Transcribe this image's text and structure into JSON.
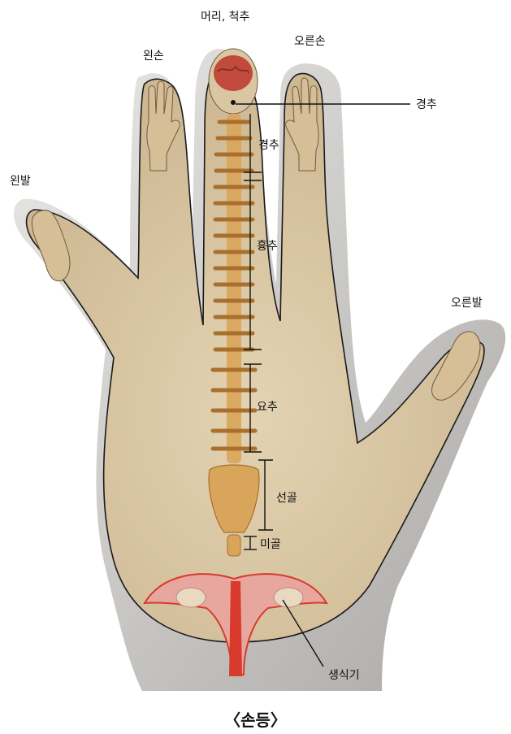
{
  "labels": {
    "head_spine": "머리, 척추",
    "left_hand": "왼손",
    "right_hand": "오른손",
    "left_foot": "왼발",
    "right_foot": "오른발",
    "cervical_outer": "경추",
    "cervical": "경추",
    "thoracic": "흉추",
    "lumbar": "요추",
    "sacrum": "선골",
    "coccyx": "미골",
    "genitals": "생식기"
  },
  "caption": "〈손등〉",
  "colors": {
    "skin": "#d9c7a4",
    "skin_shadow": "#b9b6b2",
    "outline": "#1a1a1a",
    "bone": "#d9a55a",
    "bone_dark": "#a8702c",
    "brain": "#c24a3c",
    "organ": "#d83a2e"
  }
}
